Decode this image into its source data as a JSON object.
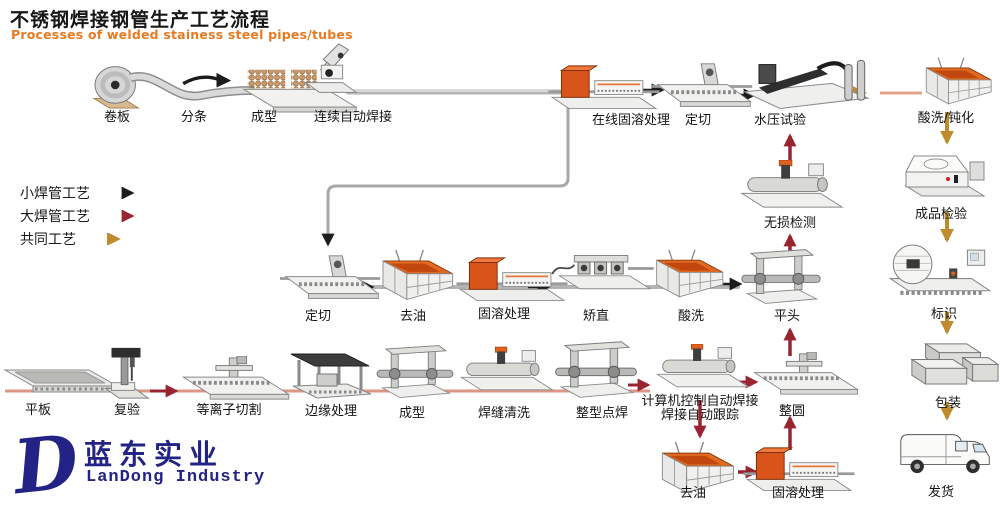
{
  "header": {
    "title": "不锈钢焊接钢管生产工艺流程",
    "subtitle": "Processes of welded stainess steel pipes/tubes"
  },
  "legend": {
    "small_pipe": {
      "label": "小焊管工艺",
      "color": "#1c1c1c"
    },
    "large_pipe": {
      "label": "大焊管工艺",
      "color": "#992430"
    },
    "common": {
      "label": "共同工艺",
      "color": "#bf8b2e"
    }
  },
  "nodes": {
    "coil": {
      "label": "卷板",
      "icon": "coil-icon"
    },
    "slitting": {
      "label": "分条",
      "icon": "strip-icon"
    },
    "forming_top": {
      "label": "成型",
      "icon": "roll-forming-icon"
    },
    "continuous_auto_welding": {
      "label": "连续自动焊接",
      "icon": "welder-icon"
    },
    "online_solution_treatment": {
      "label": "在线固溶处理",
      "icon": "furnace-icon"
    },
    "fixed_cutting_top": {
      "label": "定切",
      "icon": "cutting-bed-icon"
    },
    "hydraulic_test": {
      "label": "水压试验",
      "icon": "hydro-test-icon"
    },
    "pickling_passivation": {
      "label": "酸洗/钝化",
      "icon": "tank-icon"
    },
    "finished_inspection": {
      "label": "成品检验",
      "icon": "inspection-machine-icon"
    },
    "marking": {
      "label": "标识",
      "icon": "marking-machine-icon"
    },
    "packaging": {
      "label": "包装",
      "icon": "boxes-icon"
    },
    "shipping": {
      "label": "发货",
      "icon": "truck-icon"
    },
    "fixed_cutting_mid": {
      "label": "定切",
      "icon": "cutting-bed-icon"
    },
    "degreasing_mid": {
      "label": "去油",
      "icon": "tank-icon"
    },
    "solution_treatment_mid": {
      "label": "固溶处理",
      "icon": "furnace-icon"
    },
    "straightening": {
      "label": "矫直",
      "icon": "straightener-icon"
    },
    "pickling_mid": {
      "label": "酸洗",
      "icon": "tank-icon"
    },
    "flat_head": {
      "label": "平头",
      "icon": "press-icon"
    },
    "ndt": {
      "label": "无损检测",
      "icon": "cylinder-bed-icon"
    },
    "flat_plate": {
      "label": "平板",
      "icon": "plate-icon"
    },
    "reinspection": {
      "label": "复验",
      "icon": "drill-press-icon"
    },
    "plasma_cutting": {
      "label": "等离子切割",
      "icon": "gantry-bed-icon"
    },
    "edge_treatment": {
      "label": "边缘处理",
      "icon": "edge-mill-icon"
    },
    "forming_bottom": {
      "label": "成型",
      "icon": "press-icon"
    },
    "weld_seam_cleaning": {
      "label": "焊缝清洗",
      "icon": "cylinder-bed-icon"
    },
    "shaping_spot_welding": {
      "label": "整型点焊",
      "icon": "press-icon"
    },
    "computer_welding": {
      "label": "计算机控制自动焊接",
      "label2": "焊接自动跟踪",
      "icon": "cylinder-bed-icon"
    },
    "rounding": {
      "label": "整圆",
      "icon": "gantry-bed-icon"
    },
    "degreasing_bottom": {
      "label": "去油",
      "icon": "tank-icon"
    },
    "solution_treatment_bottom": {
      "label": "固溶处理",
      "icon": "furnace-icon"
    }
  },
  "flows": [
    {
      "from": "coil",
      "to": "slitting",
      "type": "small"
    },
    {
      "from": "slitting",
      "to": "forming_top",
      "type": "small"
    },
    {
      "from": "forming_top",
      "to": "continuous_auto_welding",
      "type": "small"
    },
    {
      "from": "continuous_auto_welding",
      "to": "online_solution_treatment",
      "type": "small"
    },
    {
      "from": "online_solution_treatment",
      "to": "fixed_cutting_top",
      "type": "small"
    },
    {
      "from": "fixed_cutting_top",
      "to": "hydraulic_test",
      "type": "small"
    },
    {
      "from": "online_solution_treatment",
      "to": "fixed_cutting_mid",
      "type": "small"
    },
    {
      "from": "fixed_cutting_mid",
      "to": "degreasing_mid",
      "type": "small"
    },
    {
      "from": "degreasing_mid",
      "to": "solution_treatment_mid",
      "type": "small"
    },
    {
      "from": "solution_treatment_mid",
      "to": "straightening",
      "type": "small"
    },
    {
      "from": "straightening",
      "to": "pickling_mid",
      "type": "small"
    },
    {
      "from": "pickling_mid",
      "to": "flat_head",
      "type": "small"
    },
    {
      "from": "flat_plate",
      "to": "reinspection",
      "type": "large"
    },
    {
      "from": "reinspection",
      "to": "plasma_cutting",
      "type": "large"
    },
    {
      "from": "plasma_cutting",
      "to": "edge_treatment",
      "type": "large"
    },
    {
      "from": "edge_treatment",
      "to": "forming_bottom",
      "type": "large"
    },
    {
      "from": "forming_bottom",
      "to": "weld_seam_cleaning",
      "type": "large"
    },
    {
      "from": "weld_seam_cleaning",
      "to": "shaping_spot_welding",
      "type": "large"
    },
    {
      "from": "shaping_spot_welding",
      "to": "computer_welding",
      "type": "large"
    },
    {
      "from": "computer_welding",
      "to": "rounding",
      "type": "large"
    },
    {
      "from": "computer_welding",
      "to": "degreasing_bottom",
      "type": "large"
    },
    {
      "from": "degreasing_bottom",
      "to": "solution_treatment_bottom",
      "type": "large"
    },
    {
      "from": "solution_treatment_bottom",
      "to": "rounding",
      "type": "large"
    },
    {
      "from": "rounding",
      "to": "flat_head",
      "type": "large"
    },
    {
      "from": "flat_head",
      "to": "ndt",
      "type": "large"
    },
    {
      "from": "ndt",
      "to": "hydraulic_test",
      "type": "large"
    },
    {
      "from": "hydraulic_test",
      "to": "pickling_passivation",
      "type": "common"
    },
    {
      "from": "pickling_passivation",
      "to": "finished_inspection",
      "type": "common"
    },
    {
      "from": "finished_inspection",
      "to": "marking",
      "type": "common"
    },
    {
      "from": "marking",
      "to": "packaging",
      "type": "common"
    },
    {
      "from": "packaging",
      "to": "shipping",
      "type": "common"
    }
  ],
  "logo": {
    "monogram": "D",
    "name_cn": "蓝东实业",
    "name_en": "LanDong Industry",
    "color": "#232385"
  },
  "colors": {
    "subtitle_orange": "#e87a22",
    "small_pipe_arrow": "#1c1c1c",
    "large_pipe_arrow": "#992430",
    "common_arrow": "#bf8b2e",
    "pipe_line": "#b4b4b4",
    "bottom_material_line": "#dc9683",
    "furnace_accent": "#d9541a",
    "logo_navy": "#232385"
  }
}
